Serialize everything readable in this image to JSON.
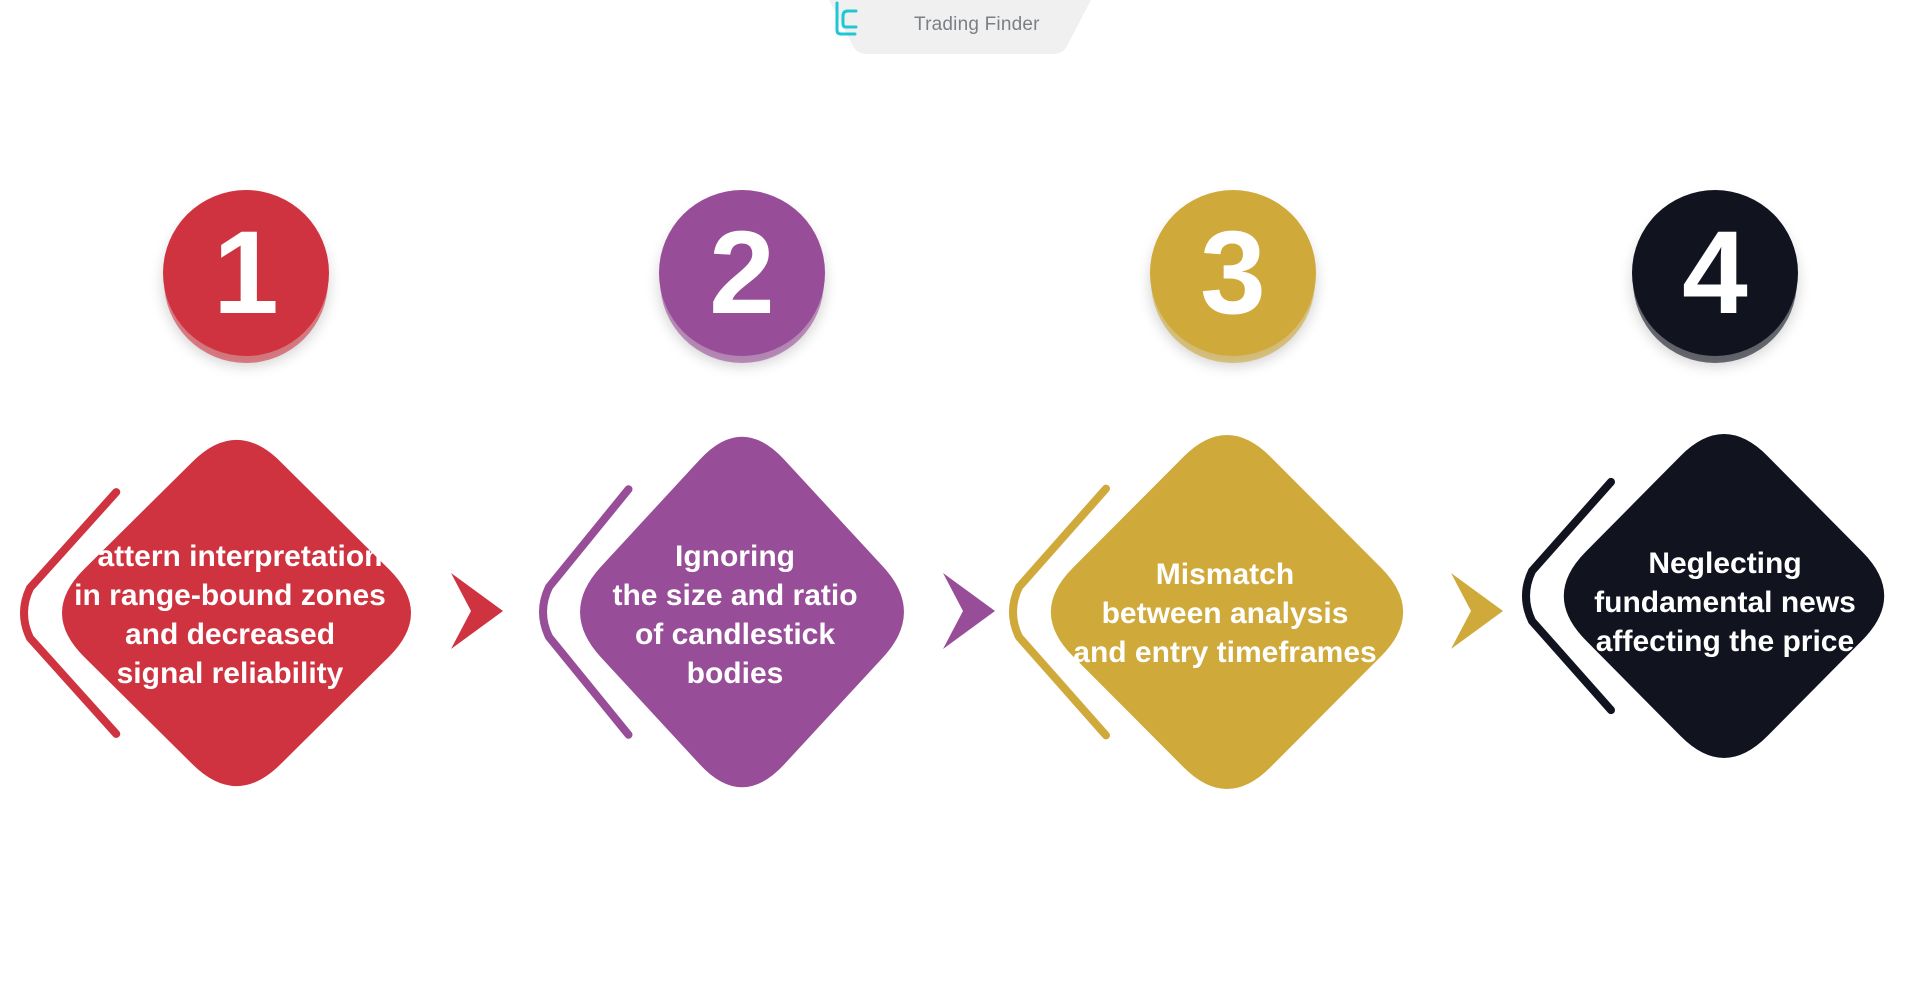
{
  "brand": {
    "name": "Trading Finder",
    "accent": "#1fc7d4"
  },
  "steps": [
    {
      "number": "1",
      "color": "#cf3340",
      "lines": [
        "Pattern interpretation",
        "in range-bound zones",
        "and decreased",
        "signal reliability"
      ]
    },
    {
      "number": "2",
      "color": "#974d97",
      "lines": [
        "Ignoring",
        "the size and ratio",
        "of candlestick",
        "bodies"
      ]
    },
    {
      "number": "3",
      "color": "#cfa93a",
      "lines": [
        "Mismatch",
        "between analysis",
        "and entry timeframes"
      ]
    },
    {
      "number": "4",
      "color": "#11131f",
      "lines": [
        "Neglecting",
        "fundamental news",
        "affecting the price"
      ]
    }
  ],
  "arrows": [
    {
      "icon": "chevron-right-icon",
      "color": "#cf3340"
    },
    {
      "icon": "chevron-right-icon",
      "color": "#974d97"
    },
    {
      "icon": "chevron-right-icon",
      "color": "#cfa93a"
    }
  ]
}
